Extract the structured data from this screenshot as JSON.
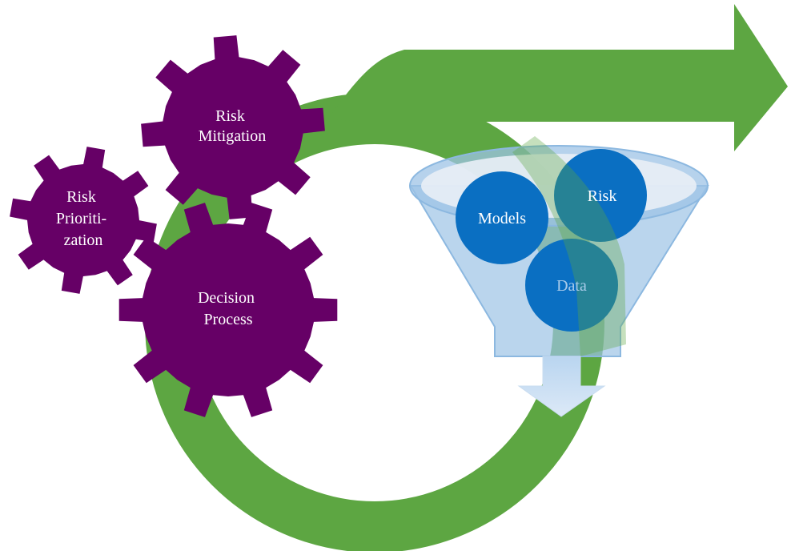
{
  "gears": {
    "risk_mitigation": [
      "Risk",
      "Mitigation"
    ],
    "risk_prioritization": [
      "Risk",
      "Prioriti-",
      "zation"
    ],
    "decision_process": [
      "Decision",
      "Process"
    ]
  },
  "funnel": {
    "models": "Models",
    "risk": "Risk",
    "data": "Data"
  },
  "colors": {
    "loop_arrow": "#5da642",
    "gear": "#660066",
    "circle": "#0a6fc2",
    "funnel": "#9dc3e6"
  }
}
